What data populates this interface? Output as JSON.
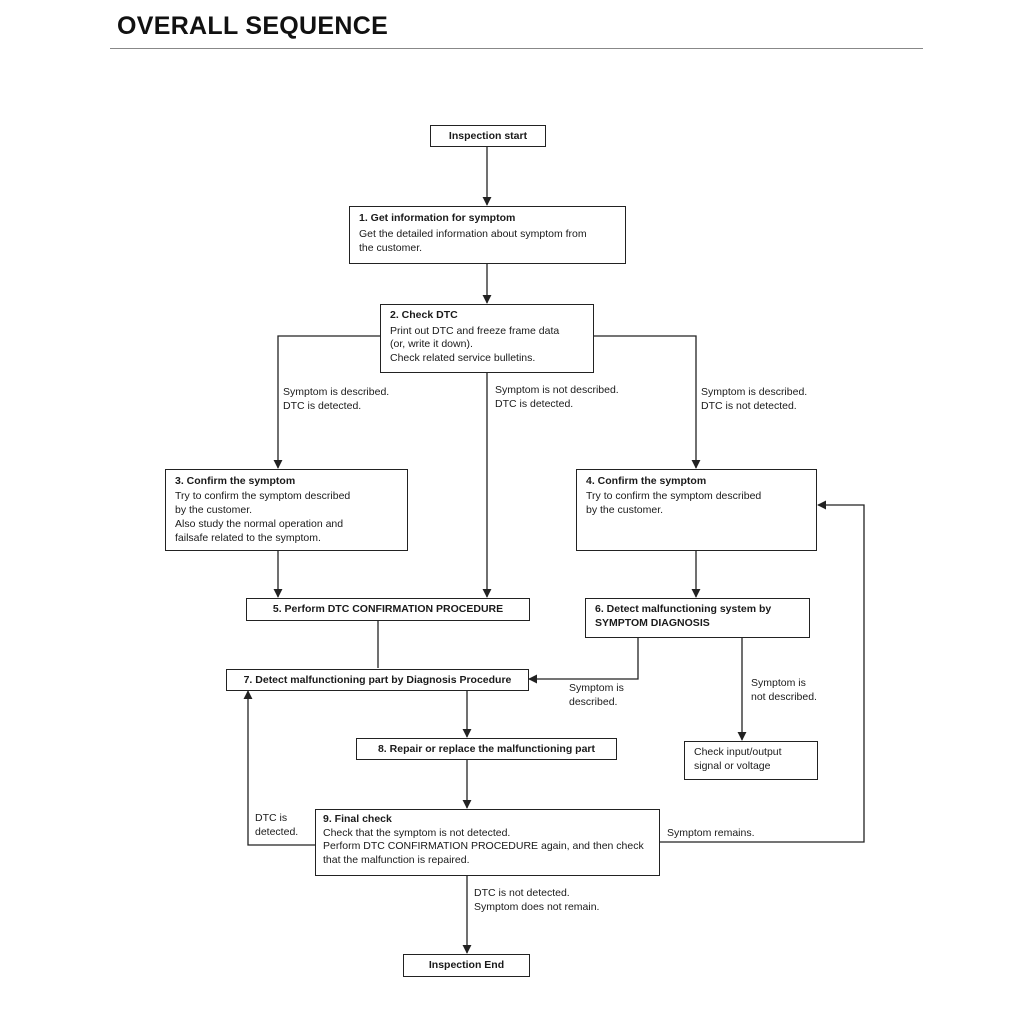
{
  "page": {
    "title": "OVERALL SEQUENCE"
  },
  "nodes": {
    "start": {
      "title": "Inspection start"
    },
    "step1": {
      "title": "1. Get information for symptom",
      "lines": [
        "Get the detailed information about symptom from",
        "the customer."
      ]
    },
    "step2": {
      "title": "2. Check DTC",
      "lines": [
        "Print out DTC and freeze frame data",
        "(or, write it down).",
        "Check related service bulletins."
      ]
    },
    "step3": {
      "title": "3. Confirm the symptom",
      "lines": [
        "Try to confirm the symptom described",
        "by the customer.",
        "Also study the normal operation and",
        "failsafe related to the symptom."
      ]
    },
    "step4": {
      "title": "4. Confirm the symptom",
      "lines": [
        "Try to confirm the symptom described",
        "by the customer."
      ]
    },
    "step5": {
      "title": "5. Perform DTC CONFIRMATION PROCEDURE"
    },
    "step6": {
      "title": "6. Detect malfunctioning system by",
      "title2": "SYMPTOM DIAGNOSIS"
    },
    "step7": {
      "title": "7. Detect malfunctioning part by Diagnosis Procedure"
    },
    "step8": {
      "title": "8. Repair or replace the malfunctioning part"
    },
    "check_io": {
      "lines": [
        "Check input/output",
        "signal or voltage"
      ]
    },
    "step9": {
      "title": "9. Final check",
      "lines": [
        "Check that the symptom is not detected.",
        "Perform DTC CONFIRMATION PROCEDURE again, and then check",
        "that the malfunction is repaired."
      ]
    },
    "end": {
      "title": "Inspection End"
    }
  },
  "edge_labels": {
    "left_branch": [
      "Symptom is described.",
      "DTC is detected."
    ],
    "middle_branch": [
      "Symptom is not described.",
      "DTC is detected."
    ],
    "right_branch": [
      "Symptom is described.",
      "DTC is not detected."
    ],
    "symptom_described": [
      "Symptom is",
      "described."
    ],
    "symptom_not_described": [
      "Symptom is",
      "not described."
    ],
    "dtc_detected": [
      "DTC is",
      "detected."
    ],
    "symptom_remains": [
      "Symptom remains."
    ],
    "final_ok": [
      "DTC is not detected.",
      "Symptom does not remain."
    ]
  }
}
